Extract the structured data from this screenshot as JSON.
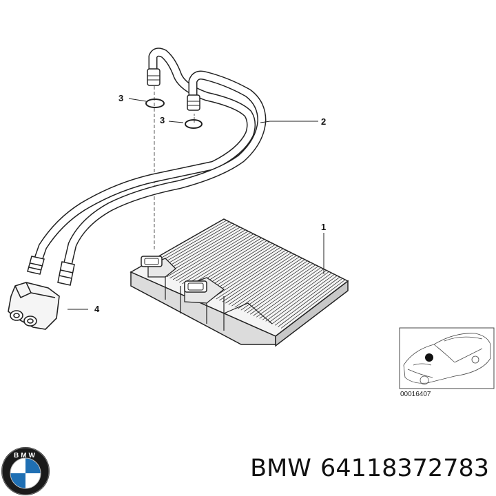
{
  "callouts": {
    "heater_core": "1",
    "hose_pipes": "2",
    "o_ring_top": "3",
    "o_ring_second": "3",
    "grommet": "4"
  },
  "inset": {
    "reference_number": "00016407"
  },
  "logo": {
    "text": "BMW",
    "colors": {
      "blue": "#1f6fb3",
      "ring": "#1a1a1a"
    }
  },
  "caption": {
    "brand": "BMW",
    "part_number": "64118372783"
  }
}
